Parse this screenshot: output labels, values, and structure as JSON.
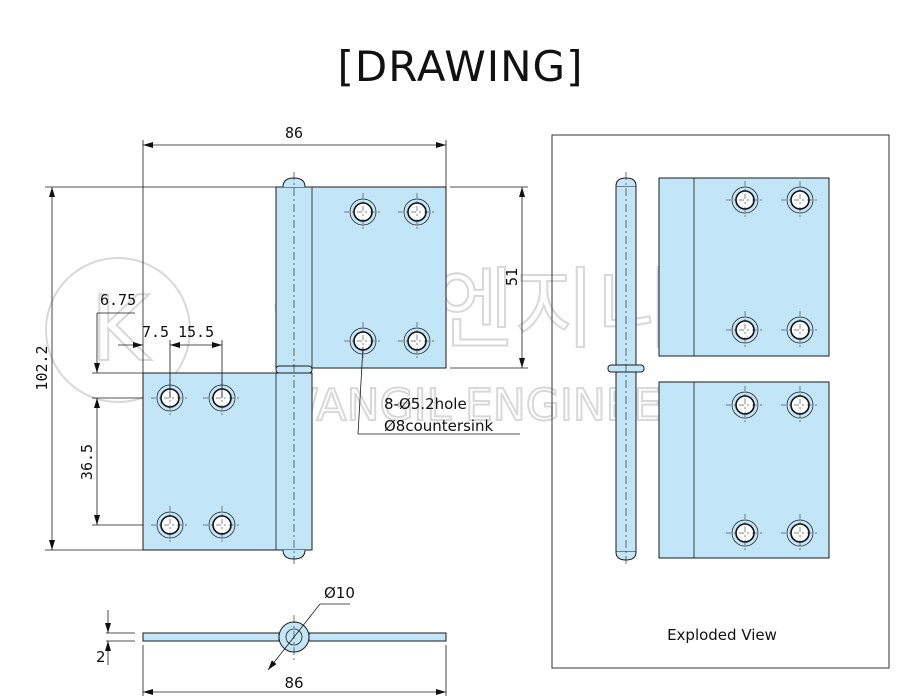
{
  "title": "[DRAWING]",
  "watermark": {
    "korean": "광일엔지니어링",
    "english": "KWANGIL ENGINEERING"
  },
  "dimensions": {
    "overall_width": "86",
    "overall_height": "102.2",
    "leaf_height": "51",
    "edge_offset_v": "6.75",
    "edge_offset_h": "7.5",
    "hole_spacing_h": "15.5",
    "hole_spacing_v": "36.5",
    "holes": "8-Ø5.2hole",
    "countersink": "Ø8countersink",
    "knuckle_diameter": "Ø10",
    "thickness": "2",
    "side_width": "86"
  },
  "exploded_view_label": "Exploded View",
  "colors": {
    "plate": "#c3e5f8",
    "line": "#1a1a1a"
  }
}
